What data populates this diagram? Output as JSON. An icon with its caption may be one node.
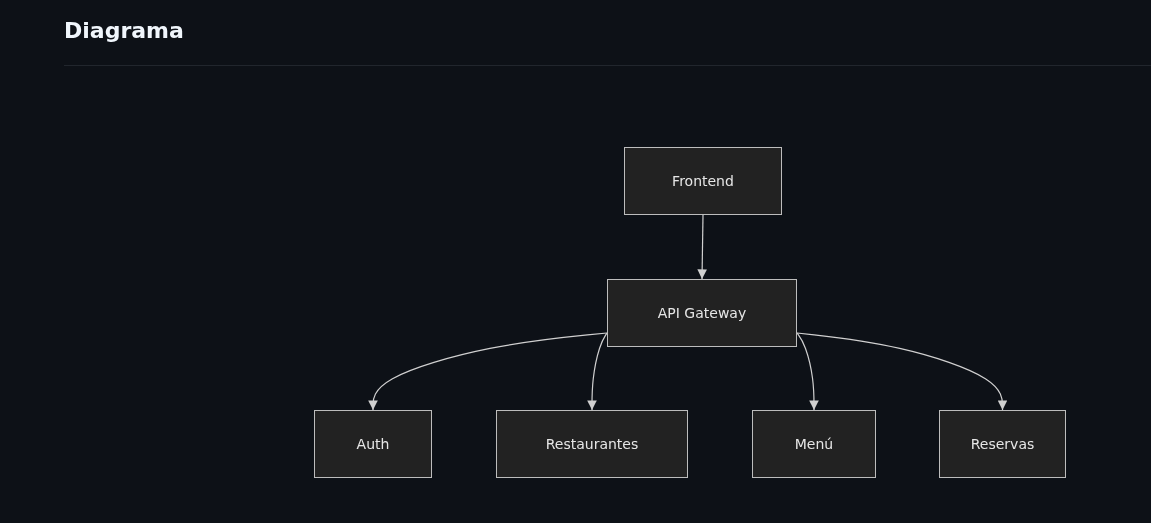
{
  "diagram": {
    "title": "Diagrama",
    "nodes": [
      {
        "text": [
          "Frontend"
        ]
      },
      {
        "text": [
          "API Gateway"
        ]
      },
      {
        "text": [
          "Auth"
        ]
      },
      {
        "text": [
          "Restaurantes"
        ]
      },
      {
        "text": [
          "Menú"
        ]
      },
      {
        "text": [
          "Reservas"
        ]
      }
    ],
    "edges": [
      {
        "from": 0,
        "to": 1,
        "arrow": "to"
      },
      {
        "from": 1,
        "to": 2,
        "arrow": "to"
      },
      {
        "from": 1,
        "to": 3,
        "arrow": "to"
      },
      {
        "from": 1,
        "to": 4,
        "arrow": "to"
      },
      {
        "from": 1,
        "to": 5,
        "arrow": "to"
      }
    ]
  }
}
